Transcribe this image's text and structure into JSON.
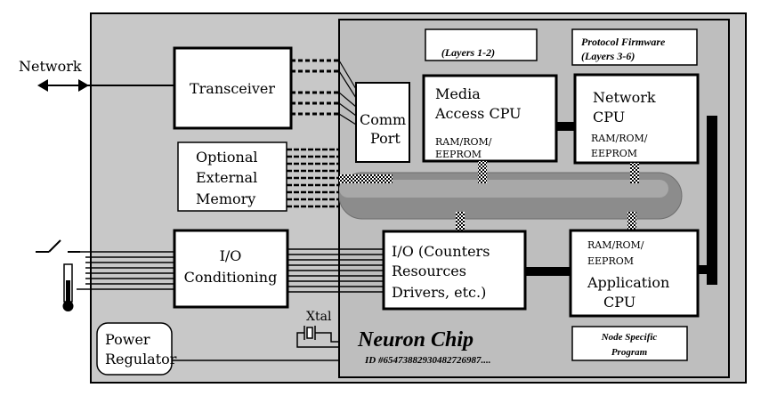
{
  "labels": {
    "network": "Network",
    "transceiver": "Transceiver",
    "comm_port_1": "Comm",
    "comm_port_2": "Port",
    "layers_1_2": "(Layers 1-2)",
    "protocol_firmware_1": "Protocol Firmware",
    "protocol_firmware_2": "(Layers 3-6)",
    "media_access_1": "Media",
    "media_access_2": "Access CPU",
    "media_mem_1": "RAM/ROM/",
    "media_mem_2": "EEPROM",
    "network_cpu_1": "Network",
    "network_cpu_2": "CPU",
    "network_mem_1": "RAM/ROM/",
    "network_mem_2": "EEPROM",
    "optional_mem_1": "Optional",
    "optional_mem_2": "External",
    "optional_mem_3": "Memory",
    "io_cond_1": "I/O",
    "io_cond_2": "Conditioning",
    "io_res_1": "I/O (Counters",
    "io_res_2": "Resources",
    "io_res_3": "Drivers, etc.)",
    "app_mem_1": "RAM/ROM/",
    "app_mem_2": "EEPROM",
    "app_cpu_1": "Application",
    "app_cpu_2": "CPU",
    "xtal": "Xtal",
    "neuron_chip": "Neuron Chip",
    "chip_id": "ID #65473882930482726987....",
    "node_program_1": "Node Specific",
    "node_program_2": "Program",
    "power_1": "Power",
    "power_2": "Regulator"
  },
  "colors": {
    "board": "#c8c8c8",
    "chip": "#bebebe",
    "bus": "#8c8c8c",
    "box": "#ffffff",
    "line": "#000000"
  }
}
